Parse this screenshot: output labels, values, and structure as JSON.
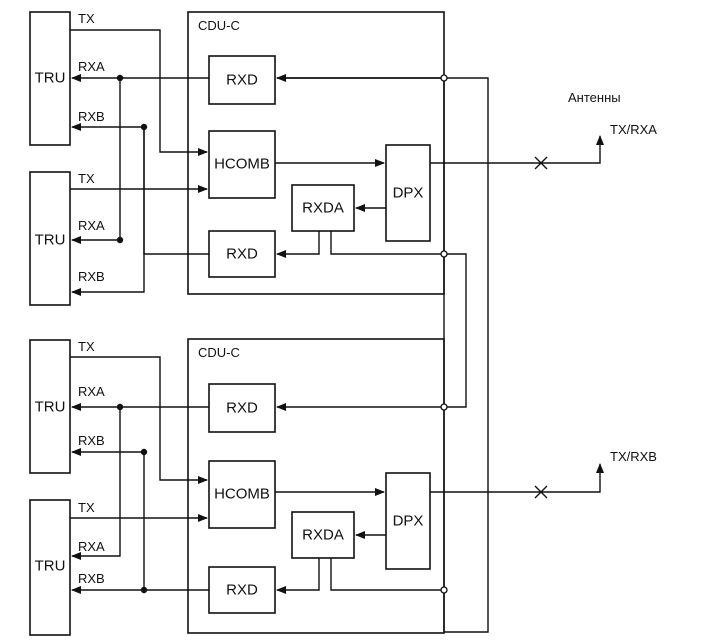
{
  "cdu_units": [
    {
      "title": "CDU-C",
      "rxd_top": "RXD",
      "hcomb": "HCOMB",
      "rxda": "RXDA",
      "dpx": "DPX",
      "rxd_bottom": "RXD"
    },
    {
      "title": "CDU-C",
      "rxd_top": "RXD",
      "hcomb": "HCOMB",
      "rxda": "RXDA",
      "dpx": "DPX",
      "rxd_bottom": "RXD"
    }
  ],
  "trus": [
    {
      "label": "TRU",
      "tx": "TX",
      "rxa": "RXA",
      "rxb": "RXB"
    },
    {
      "label": "TRU",
      "tx": "TX",
      "rxa": "RXA",
      "rxb": "RXB"
    },
    {
      "label": "TRU",
      "tx": "TX",
      "rxa": "RXA",
      "rxb": "RXB"
    },
    {
      "label": "TRU",
      "tx": "TX",
      "rxa": "RXA",
      "rxb": "RXB"
    }
  ],
  "antennas": {
    "caption": "Антенны",
    "top_port": "TX/RXA",
    "bottom_port": "TX/RXB"
  }
}
